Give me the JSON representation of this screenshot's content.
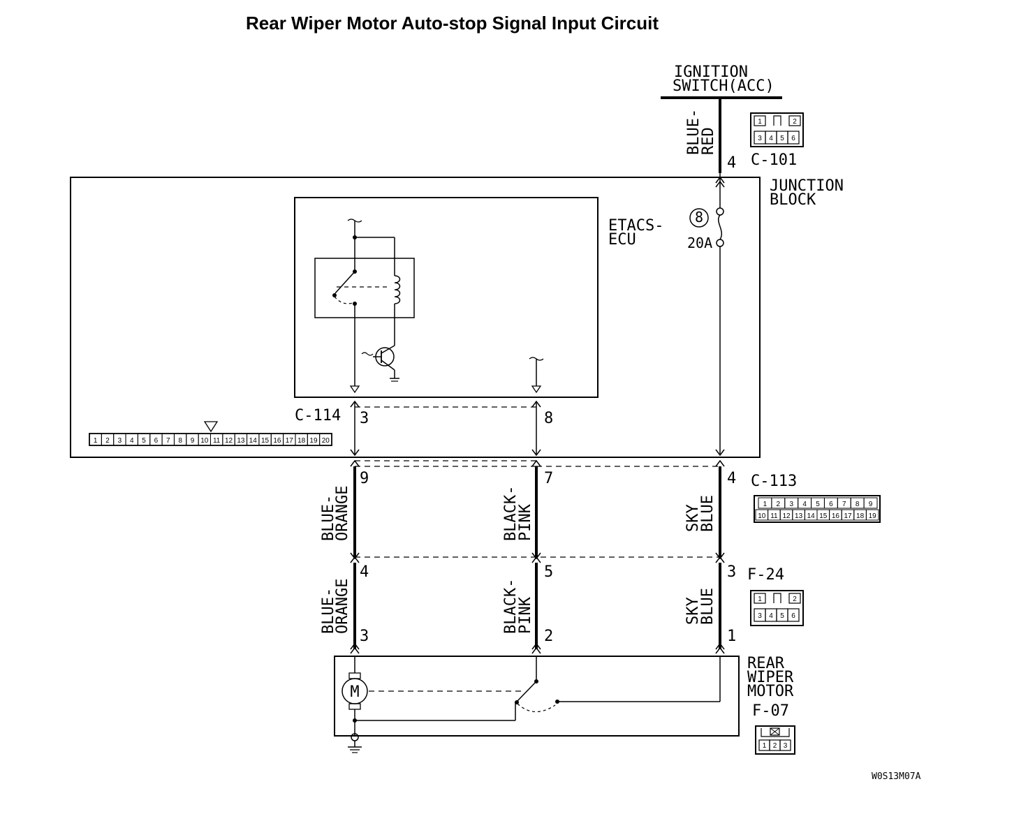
{
  "title": "Rear Wiper Motor Auto-stop Signal Input Circuit",
  "ignition_switch": {
    "line1": "IGNITION",
    "line2": "SWITCH(ACC)"
  },
  "junction_block": {
    "line1": "JUNCTION",
    "line2": "BLOCK"
  },
  "etacs": {
    "line1": "ETACS-",
    "line2": "ECU"
  },
  "fuse": {
    "number": "8",
    "rating": "20A"
  },
  "rear_wiper_motor": {
    "line1": "REAR",
    "line2": "WIPER",
    "line3": "MOTOR",
    "motor_symbol": "M"
  },
  "connectors": {
    "c101": {
      "name": "C-101",
      "pins": [
        "1",
        "2",
        "3",
        "4",
        "5",
        "6"
      ]
    },
    "c114": {
      "name": "C-114",
      "pins": [
        "1",
        "2",
        "3",
        "4",
        "5",
        "6",
        "7",
        "8",
        "9",
        "10",
        "11",
        "12",
        "13",
        "14",
        "15",
        "16",
        "17",
        "18",
        "19",
        "20"
      ]
    },
    "c113": {
      "name": "C-113",
      "pins_top": [
        "1",
        "2",
        "3",
        "4",
        "5",
        "6",
        "7",
        "8",
        "9"
      ],
      "pins_bottom": [
        "10",
        "11",
        "12",
        "13",
        "14",
        "15",
        "16",
        "17",
        "18",
        "19"
      ]
    },
    "f24": {
      "name": "F-24",
      "pins": [
        "1",
        "2",
        "3",
        "4",
        "5",
        "6"
      ]
    },
    "f07": {
      "name": "F-07",
      "pins": [
        "1",
        "2",
        "3"
      ]
    }
  },
  "wires": {
    "ign": {
      "line1": "BLUE-",
      "line2": "RED"
    },
    "w1_upper": {
      "line1": "BLUE-",
      "line2": "ORANGE"
    },
    "w1_lower": {
      "line1": "BLUE-",
      "line2": "ORANGE"
    },
    "w2_upper": {
      "line1": "BLACK-",
      "line2": "PINK"
    },
    "w2_lower": {
      "line1": "BLACK-",
      "line2": "PINK"
    },
    "w3_upper": {
      "line1": "SKY",
      "line2": "BLUE"
    },
    "w3_lower": {
      "line1": "SKY",
      "line2": "BLUE"
    }
  },
  "pin_numbers": {
    "c101_4": "4",
    "c114_3": "3",
    "c114_8": "8",
    "c113_9": "9",
    "c113_7": "7",
    "c113_4": "4",
    "f24_4": "4",
    "f24_5": "5",
    "f24_3": "3",
    "f07_3": "3",
    "f07_2": "2",
    "f07_1": "1"
  },
  "drawing_code": "W0S13M07A"
}
